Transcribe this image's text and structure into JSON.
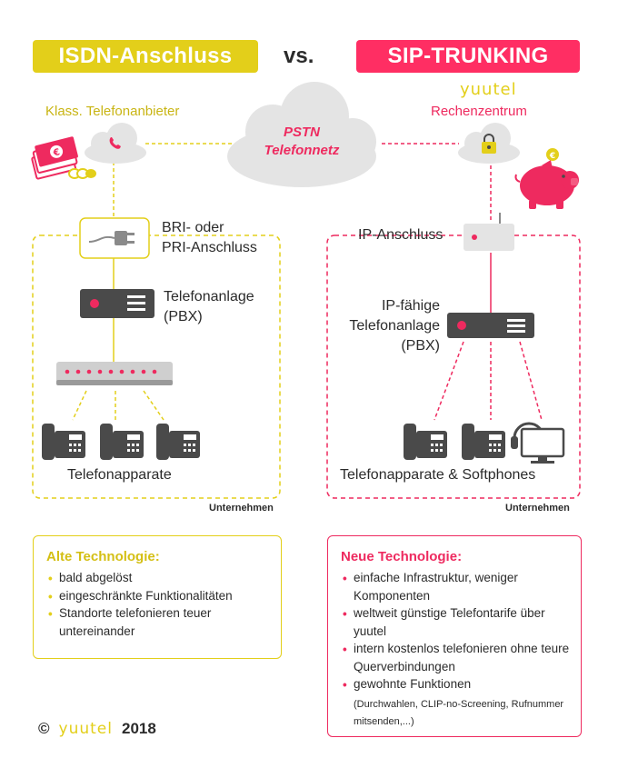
{
  "header": {
    "left_title": "ISDN-Anschluss",
    "vs": "vs.",
    "right_title": "SIP-TRUNKING"
  },
  "isdn": {
    "provider_label": "Klass. Telefonanbieter",
    "connection_label_1": "BRI- oder",
    "connection_label_2": "PRI-Anschluss",
    "pbx_label_1": "Telefonanlage",
    "pbx_label_2": "(PBX)",
    "phones_label": "Telefonapparate",
    "section_label": "Unternehmen"
  },
  "cloud": {
    "line1": "PSTN",
    "line2": "Telefonnetz"
  },
  "sip": {
    "brand": "yuutel",
    "datacenter_label": "Rechenzentrum",
    "ip_connection_label": "IP-Anschluss",
    "pbx_label_1": "IP-fähige",
    "pbx_label_2": "Telefonanlage",
    "pbx_label_3": "(PBX)",
    "phones_label": "Telefonapparate & Softphones",
    "section_label": "Unternehmen"
  },
  "old_tech": {
    "title": "Alte Technologie:",
    "items": [
      "bald abgelöst",
      "eingeschränkte Funktionalitäten",
      "Standorte telefonieren teuer untereinander"
    ]
  },
  "new_tech": {
    "title": "Neue Technologie:",
    "items": [
      "einfache Infrastruktur, weniger Komponenten",
      "weltweit günstige Telefontarife über yuutel",
      "intern kostenlos telefonieren ohne teure Querverbindungen",
      "gewohnte Funktionen"
    ],
    "note": "(Durchwahlen, CLIP-no-Screening, Rufnummer mitsenden,...)"
  },
  "footer": {
    "copyright": "©",
    "brand": "yuutel",
    "year": "2018"
  },
  "colors": {
    "yellow": "#e3cf1a",
    "pink": "#ff2e63",
    "gray_device": "#4a4a4a",
    "cloud": "#e4e4e4"
  },
  "icons": [
    "phone-icon",
    "money-icon",
    "coins-icon",
    "lock-icon",
    "piggy-bank-icon",
    "plug-icon",
    "pbx-icon",
    "switch-icon",
    "desk-phone-icon",
    "headset-icon",
    "monitor-icon",
    "router-icon"
  ]
}
